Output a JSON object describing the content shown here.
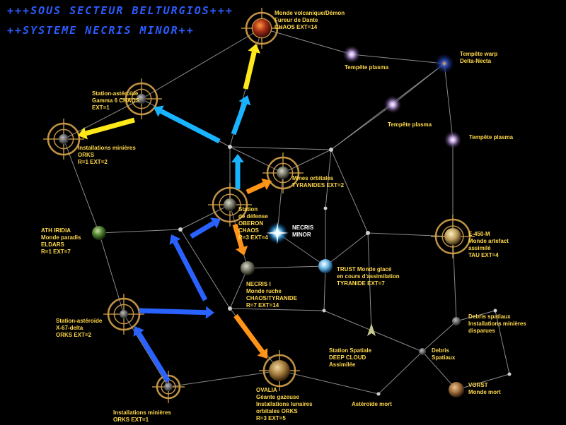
{
  "header": {
    "line1": "+++SOUS SECTEUR BELTURGIOS+++",
    "line2": "++SYSTEME NECRIS MINOR++"
  },
  "colors": {
    "label": "#ffd84a",
    "title": "#2d5cff",
    "link": "#8a8a8a",
    "arrow_yellow": "#ffe81a",
    "arrow_cyan": "#18b4ff",
    "arrow_blue": "#2a62ff",
    "arrow_orange": "#ff9418",
    "reticle": "#d6a24a"
  },
  "labels": {
    "volcanic": [
      "Monde volcanique/Démon",
      "Fureur de Dante",
      "CHAOS EXT=14"
    ],
    "plasma1": [
      "Tempête plasma"
    ],
    "warp": [
      "Tempête warp",
      "Delta-Necta"
    ],
    "plasma2": [
      "Tempête plasma"
    ],
    "plasma3": [
      "Tempête plasma"
    ],
    "gamma": [
      "Station-astéroïde",
      "Gamma 6 CHAOS",
      "EXT=1"
    ],
    "mines": [
      "Installations minières",
      "ORKS",
      "R=1 EXT=2"
    ],
    "orbitales": [
      "Mines orbitales",
      "TYRANIDES EXT=2"
    ],
    "oberon": [
      "Station",
      "de défense",
      "OBERON",
      "CHAOS",
      "R=3 EXT=4"
    ],
    "necris_minor": [
      "NECRIS",
      "MINOR"
    ],
    "ath": [
      "ATH IRIDIA",
      "Monde paradis",
      "ELDARS",
      "R=1 EXT=7"
    ],
    "e450": [
      "E-450-M",
      "Monde artefact",
      "assimilé",
      "TAU EXT=4"
    ],
    "trust": [
      "TRUST Monde glacé",
      "en cours d'assimilation",
      "TYRANIDE EXT=7"
    ],
    "necris1": [
      "NECRIS I",
      "Monde ruche",
      "CHAOS/TYRANIDE",
      "R=7 EXT=14"
    ],
    "x67": [
      "Station-astéroïde",
      "X-67-delta",
      "ORKS EXT=2"
    ],
    "debris1": [
      "Debris spatiaux",
      "Installations minières",
      "disparues"
    ],
    "deepcloud": [
      "Station Spatiale",
      "DEEP CLOUD",
      "Assimilée"
    ],
    "debris2": [
      "Debris",
      "Spatiaux"
    ],
    "vorst": [
      "VORST",
      "Monde mort"
    ],
    "ovalia": [
      "OVALIA",
      "Géante gazeuse",
      "Installations lunaires",
      "orbitales ORKS",
      "R=3 EXT=5"
    ],
    "asteroide": [
      "Astéroïde mort"
    ],
    "mines_bottom": [
      "Installations minières",
      "ORKS EXT=1"
    ]
  }
}
